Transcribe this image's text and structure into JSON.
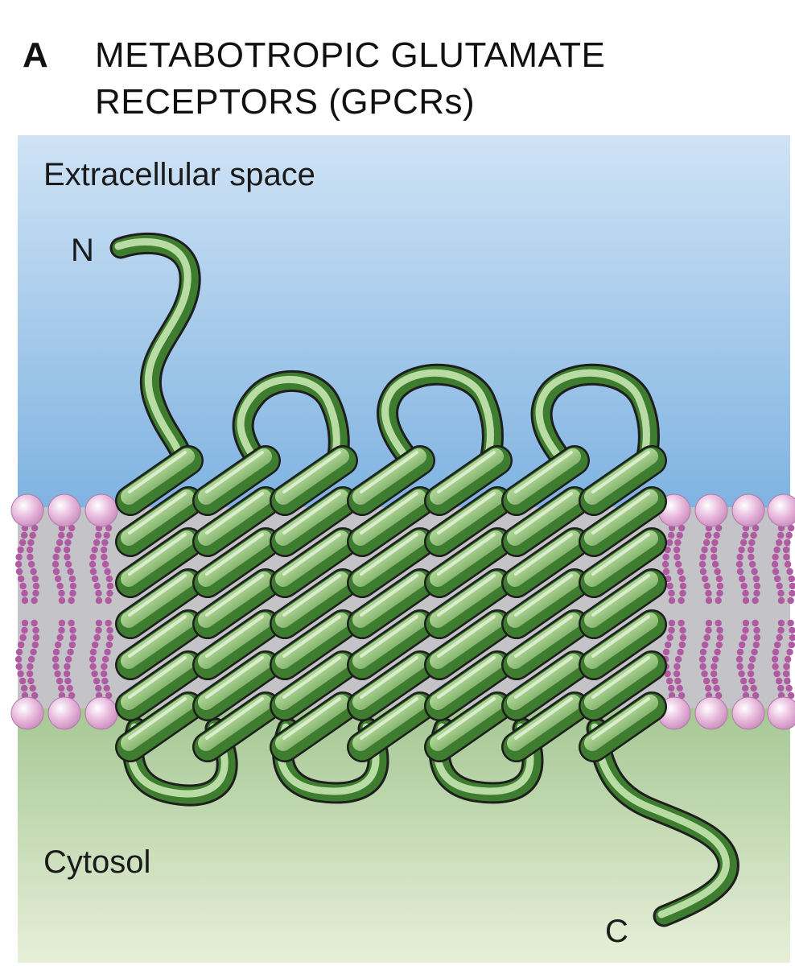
{
  "panel": {
    "letter": "A"
  },
  "title": {
    "line1": "METABOTROPIC GLUTAMATE",
    "line2": "RECEPTORS  (GPCRs)"
  },
  "labels": {
    "extracellular": "Extracellular space",
    "cytosol": "Cytosol",
    "n_terminus": "N",
    "c_terminus": "C"
  },
  "colors": {
    "extracellular_top": "#cfe3f5",
    "extracellular_bottom": "#7fb3e1",
    "cytosol_top": "#a6c894",
    "cytosol_bottom": "#e7efd9",
    "membrane_core": "#c3c3c8",
    "lipid_head": "#e7b8dc",
    "lipid_tail": "#b05aa1",
    "helix_light": "#a7cf8e",
    "helix_dark": "#3e7c30",
    "outline": "#1e1e1e"
  },
  "receptor": {
    "transmembrane_helices": 7,
    "turns_per_helix": 7
  }
}
